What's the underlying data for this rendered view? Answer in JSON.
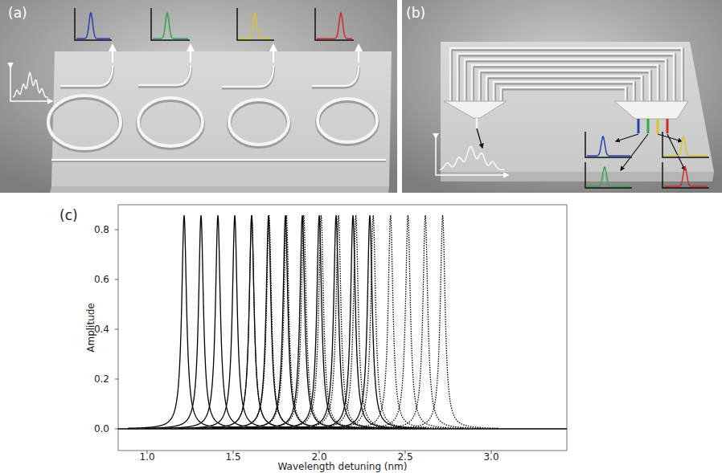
{
  "diagram": {
    "labels": [
      "(a)",
      "(b)",
      "(c)",
      "Amplitude",
      "Wavelength detuning (nm)",
      "0.0",
      "0.2",
      "0.4",
      "0.6",
      "0.8",
      "1.0",
      "1.5",
      "2.0",
      "2.5",
      "3.0"
    ]
  }
}
